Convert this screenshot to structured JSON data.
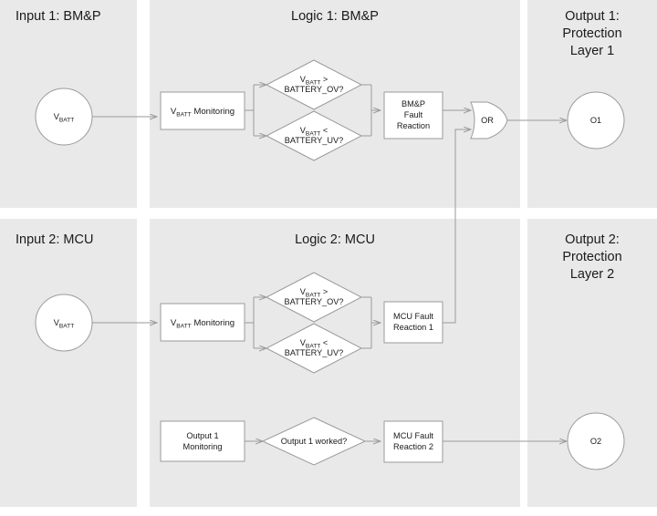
{
  "diagram": {
    "title": "Two-layer battery voltage protection logic flow",
    "colors": {
      "panel_background": "#e9e9e9",
      "node_fill": "#ffffff",
      "node_stroke": "#9a9a9a",
      "page_background": "#ffffff",
      "text": "#1a1a1a"
    },
    "panels": [
      {
        "id": "input1",
        "title": "Input 1: BM&P",
        "title_lines": [
          "Input 1: BM&P"
        ]
      },
      {
        "id": "logic1",
        "title": "Logic 1: BM&P",
        "title_lines": [
          "Logic 1: BM&P"
        ]
      },
      {
        "id": "output1",
        "title": "Output 1: Protection Layer 1",
        "title_lines": [
          "Output 1:",
          "Protection",
          "Layer 1"
        ]
      },
      {
        "id": "input2",
        "title": "Input 2: MCU",
        "title_lines": [
          "Input 2: MCU"
        ]
      },
      {
        "id": "logic2",
        "title": "Logic 2: MCU",
        "title_lines": [
          "Logic 2: MCU"
        ]
      },
      {
        "id": "output2",
        "title": "Output 2: Protection Layer 2",
        "title_lines": [
          "Output 2:",
          "Protection",
          "Layer 2"
        ]
      }
    ],
    "nodes": {
      "input1_circle": {
        "shape": "circle",
        "label": "VBATT",
        "base": "V",
        "subscript": "BATT"
      },
      "input2_circle": {
        "shape": "circle",
        "label": "VBATT",
        "base": "V",
        "subscript": "BATT"
      },
      "vbatt_mon_1": {
        "shape": "rect",
        "base": "V",
        "subscript": "BATT",
        "tail": " Monitoring",
        "label": "VBATT Monitoring"
      },
      "vbatt_mon_2": {
        "shape": "rect",
        "base": "V",
        "subscript": "BATT",
        "tail": " Monitoring",
        "label": "VBATT Monitoring"
      },
      "ov_diamond_1": {
        "shape": "diamond",
        "line1_base": "V",
        "line1_sub": "BATT",
        "line1_tail": " >",
        "line2": "BATTERY_OV?",
        "label": "VBATT > BATTERY_OV?"
      },
      "uv_diamond_1": {
        "shape": "diamond",
        "line1_base": "V",
        "line1_sub": "BATT",
        "line1_tail": " <",
        "line2": "BATTERY_UV?",
        "label": "VBATT < BATTERY_UV?"
      },
      "ov_diamond_2": {
        "shape": "diamond",
        "line1_base": "V",
        "line1_sub": "BATT",
        "line1_tail": " >",
        "line2": "BATTERY_OV?",
        "label": "VBATT > BATTERY_OV?"
      },
      "uv_diamond_2": {
        "shape": "diamond",
        "line1_base": "V",
        "line1_sub": "BATT",
        "line1_tail": " <",
        "line2": "BATTERY_UV?",
        "label": "VBATT < BATTERY_UV?"
      },
      "bmp_fault": {
        "shape": "rect",
        "lines": [
          "BM&P",
          "Fault",
          "Reaction"
        ],
        "label": "BM&P Fault Reaction"
      },
      "mcu_fault_1": {
        "shape": "rect",
        "lines": [
          "MCU Fault",
          "Reaction 1"
        ],
        "label": "MCU Fault Reaction 1"
      },
      "mcu_fault_2": {
        "shape": "rect",
        "lines": [
          "MCU Fault",
          "Reaction 2"
        ],
        "label": "MCU Fault Reaction 2"
      },
      "output1_mon": {
        "shape": "rect",
        "lines": [
          "Output 1",
          "Monitoring"
        ],
        "label": "Output 1 Monitoring"
      },
      "output1_worked": {
        "shape": "diamond",
        "lines": [
          "Output 1 worked?"
        ],
        "label": "Output 1 worked?"
      },
      "or_gate": {
        "shape": "or-gate",
        "label": "OR"
      },
      "o1_circle": {
        "shape": "circle",
        "label": "O1"
      },
      "o2_circle": {
        "shape": "circle",
        "label": "O2"
      }
    }
  }
}
